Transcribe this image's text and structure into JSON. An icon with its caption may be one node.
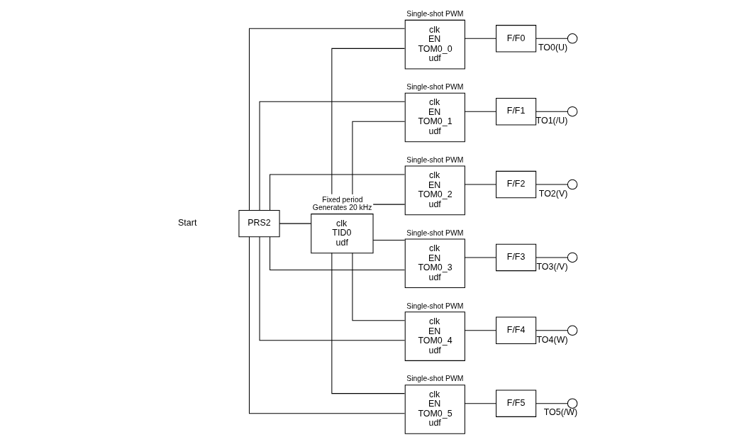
{
  "diagram": {
    "nodes": [
      {
        "text": [
          "PRS2"
        ]
      },
      {
        "text": [
          "clk",
          "EN",
          "TOM0_0",
          "udf"
        ],
        "beside": [
          "Single-shot PWM"
        ]
      },
      {
        "text": [
          "clk",
          "EN",
          "TOM0_1",
          "udf"
        ],
        "beside": [
          "Single-shot PWM"
        ]
      },
      {
        "text": [
          "clk",
          "EN",
          "TOM0_2",
          "udf"
        ],
        "beside": [
          "Single-shot PWM"
        ]
      },
      {
        "text": [
          "clk",
          "EN",
          "TOM0_3",
          "udf"
        ],
        "beside": [
          "Single-shot PWM"
        ]
      },
      {
        "text": [
          "clk",
          "EN",
          "TOM0_4",
          "udf"
        ],
        "beside": [
          "Single-shot PWM"
        ]
      },
      {
        "text": [
          "clk",
          "EN",
          "TOM0_5",
          "udf"
        ],
        "beside": [
          "Single-shot PWM"
        ]
      },
      {
        "text": [
          "clk",
          "TID0",
          "udf"
        ],
        "beside": [
          "Fixed period",
          "Generates 20 kHz"
        ]
      },
      {
        "text": [
          "F/F0"
        ]
      },
      {
        "text": [
          "F/F1"
        ]
      },
      {
        "text": [
          "F/F2"
        ]
      },
      {
        "text": [
          "F/F3"
        ]
      },
      {
        "text": [
          "F/F4"
        ]
      },
      {
        "text": [
          "F/F5"
        ]
      },
      {
        "text": [],
        "shape": "circle",
        "beside": [
          "TO0(U)"
        ]
      },
      {
        "text": [],
        "shape": "circle",
        "beside": [
          "TO1(/U)"
        ]
      },
      {
        "text": [],
        "shape": "circle",
        "beside": [
          "TO2(V)"
        ]
      },
      {
        "text": [],
        "shape": "circle",
        "beside": [
          "TO3(/V)"
        ]
      },
      {
        "text": [],
        "shape": "circle",
        "beside": [
          "TO4(W)"
        ]
      },
      {
        "text": [],
        "shape": "circle",
        "beside": [
          "TO5(/W)"
        ]
      }
    ],
    "edges": [
      {
        "from": 0,
        "to": 1,
        "arrow": "none"
      },
      {
        "from": 0,
        "to": 2,
        "arrow": "none"
      },
      {
        "from": 0,
        "to": 3,
        "arrow": "none"
      },
      {
        "from": 0,
        "to": 4,
        "arrow": "none"
      },
      {
        "from": 0,
        "to": 5,
        "arrow": "none"
      },
      {
        "from": 0,
        "to": 6,
        "arrow": "none"
      },
      {
        "from": 0,
        "to": 7,
        "arrow": "none"
      },
      {
        "from": 7,
        "to": 1,
        "arrow": "none"
      },
      {
        "from": 7,
        "to": 2,
        "arrow": "none"
      },
      {
        "from": 7,
        "to": 3,
        "arrow": "none"
      },
      {
        "from": 7,
        "to": 4,
        "arrow": "none"
      },
      {
        "from": 7,
        "to": 5,
        "arrow": "none"
      },
      {
        "from": 7,
        "to": 6,
        "arrow": "none"
      },
      {
        "from": 1,
        "to": 8,
        "arrow": "none"
      },
      {
        "from": 2,
        "to": 9,
        "arrow": "none"
      },
      {
        "from": 3,
        "to": 10,
        "arrow": "none"
      },
      {
        "from": 4,
        "to": 11,
        "arrow": "none"
      },
      {
        "from": 5,
        "to": 12,
        "arrow": "none"
      },
      {
        "from": 6,
        "to": 13,
        "arrow": "none"
      },
      {
        "from": 8,
        "to": 14,
        "arrow": "none"
      },
      {
        "from": 9,
        "to": 15,
        "arrow": "none"
      },
      {
        "from": 10,
        "to": 16,
        "arrow": "none"
      },
      {
        "from": 11,
        "to": 17,
        "arrow": "none"
      },
      {
        "from": 12,
        "to": 18,
        "arrow": "none"
      },
      {
        "from": 13,
        "to": 19,
        "arrow": "none"
      }
    ],
    "labels": [
      "Start"
    ]
  }
}
